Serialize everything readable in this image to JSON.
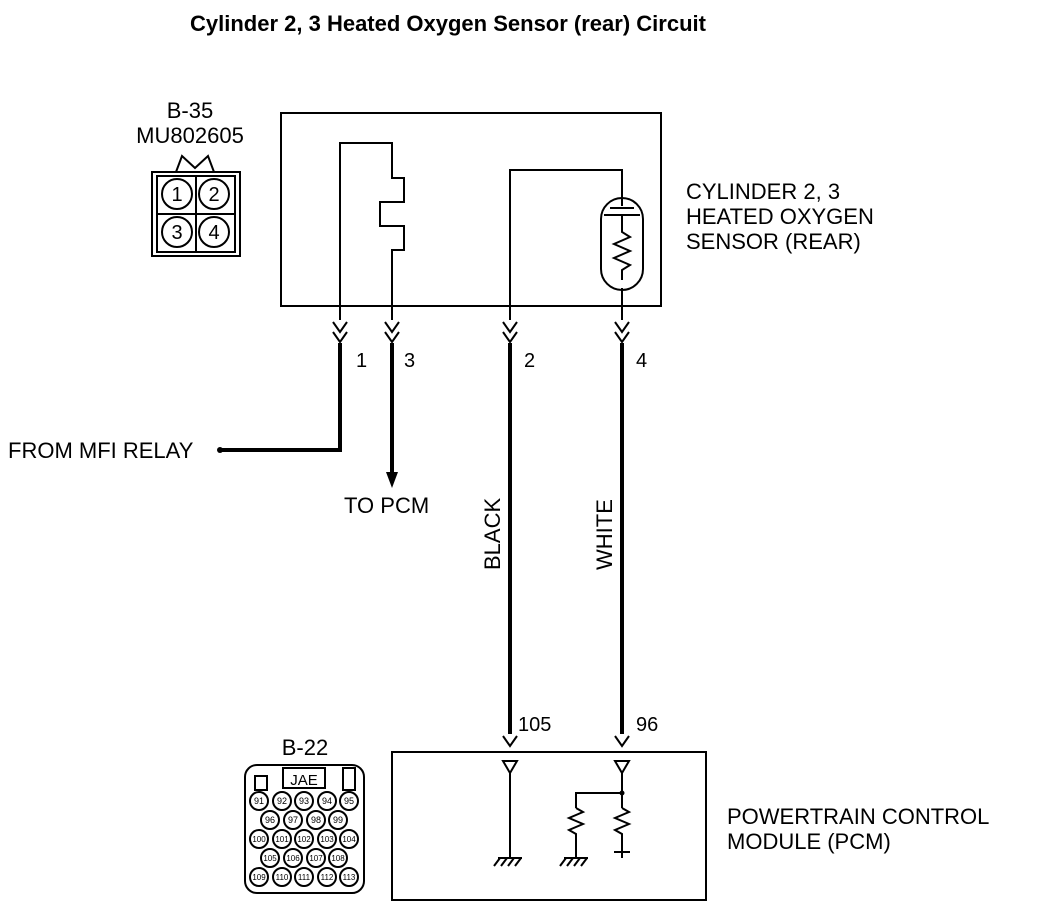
{
  "title": "Cylinder 2, 3 Heated Oxygen Sensor (rear) Circuit",
  "sensor_connector": {
    "id": "B-35",
    "part_number": "MU802605",
    "pins": [
      "1",
      "2",
      "3",
      "4"
    ]
  },
  "sensor": {
    "label_lines": [
      "CYLINDER 2, 3",
      "HEATED OXYGEN",
      "SENSOR (REAR)"
    ]
  },
  "sensor_pins": [
    "1",
    "3",
    "2",
    "4"
  ],
  "connections": {
    "from_mfi_relay": "FROM MFI RELAY",
    "to_pcm": "TO PCM"
  },
  "wires": {
    "black": "BLACK",
    "white": "WHITE"
  },
  "pcm_pins": [
    "105",
    "96"
  ],
  "pcm_connector": {
    "id": "B-22",
    "maker": "JAE",
    "pins_row1": [
      "91",
      "92",
      "93",
      "94",
      "95"
    ],
    "pins_row2": [
      "96",
      "97",
      "98",
      "99"
    ],
    "pins_row3": [
      "100",
      "101",
      "102",
      "103",
      "104"
    ],
    "pins_row4": [
      "105",
      "106",
      "107",
      "108"
    ],
    "pins_row5": [
      "109",
      "110",
      "111",
      "112",
      "113"
    ]
  },
  "pcm": {
    "label_lines": [
      "POWERTRAIN CONTROL",
      "MODULE (PCM)"
    ]
  }
}
